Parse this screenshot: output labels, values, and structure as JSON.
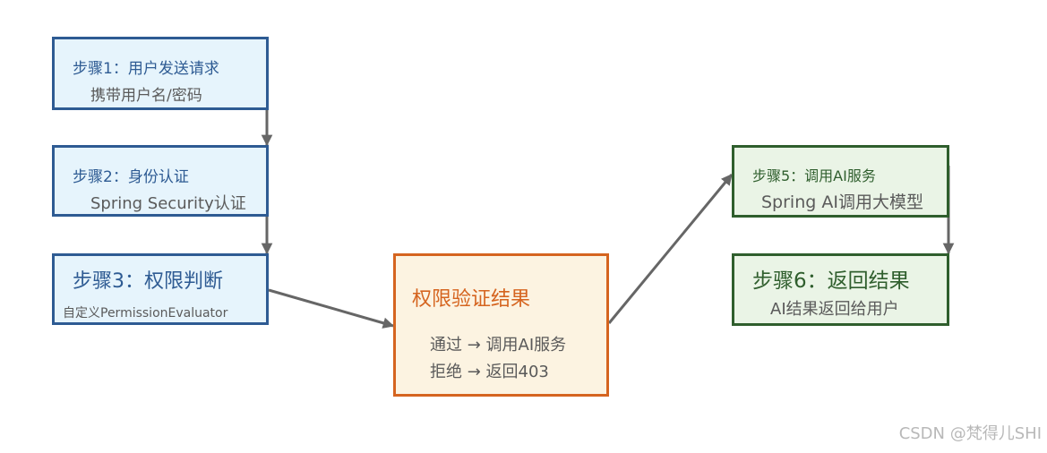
{
  "steps": {
    "s1": {
      "title": "步骤1：用户发送请求",
      "sub": "携带用户名/密码"
    },
    "s2": {
      "title": "步骤2：身份认证",
      "sub": "Spring Security认证"
    },
    "s3": {
      "title": "步骤3：权限判断",
      "sub": "自定义PermissionEvaluator"
    },
    "s5": {
      "title": "步骤5：调用AI服务",
      "sub": "Spring AI调用大模型"
    },
    "s6": {
      "title": "步骤6：返回结果",
      "sub": "AI结果返回给用户"
    }
  },
  "decision": {
    "title": "权限验证结果",
    "pass": "通过 → 调用AI服务",
    "reject": "拒绝 → 返回403"
  },
  "watermark": "CSDN @梵得儿SHI",
  "colors": {
    "blue_border": "#2e5b93",
    "blue_fill": "#e6f4fc",
    "green_border": "#2f5e2d",
    "green_fill": "#eaf4e6",
    "orange_border": "#d5641f",
    "orange_fill": "#fcf3e1",
    "arrow": "#666666"
  }
}
